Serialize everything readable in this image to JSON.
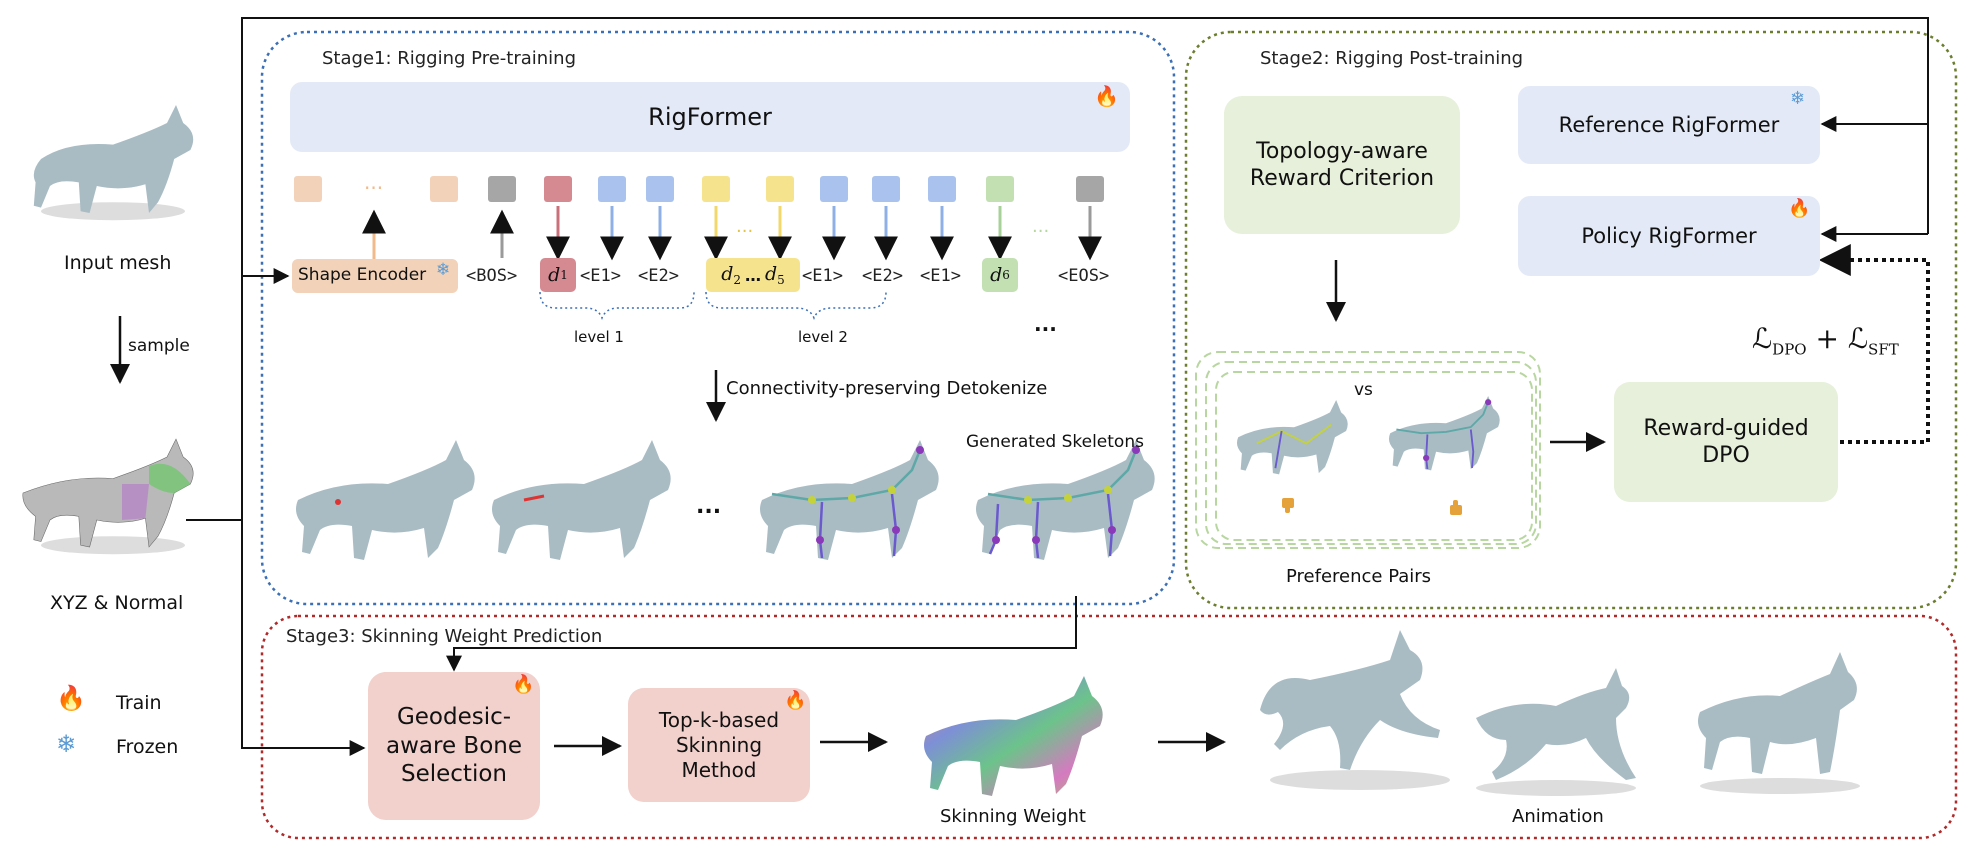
{
  "left": {
    "input_mesh": "Input mesh",
    "sample": "sample",
    "xyz_normal": "XYZ & Normal",
    "legend_train": "Train",
    "legend_frozen": "Frozen"
  },
  "stage1": {
    "title": "Stage1: Rigging Pre-training",
    "rigformer": "RigFormer",
    "shape_encoder": "Shape Encoder",
    "tokens": {
      "bos": "<BOS>",
      "e1": "<E1>",
      "e2": "<E2>",
      "eos": "<EOS>",
      "d1": "d",
      "d1_sub": "1",
      "d2": "d",
      "d2_sub": "2",
      "dots": "…",
      "d5": "d",
      "d5_sub": "5",
      "d6": "d",
      "d6_sub": "6"
    },
    "level1": "level 1",
    "level2": "level 2",
    "ellipsis": "...",
    "detokenize": "Connectivity-preserving Detokenize",
    "generated": "Generated Skeletons",
    "mesh_ellipsis": "..."
  },
  "stage2": {
    "title": "Stage2: Rigging Post-training",
    "reward_criterion": "Topology-aware Reward Criterion",
    "reference": "Reference RigFormer",
    "policy": "Policy RigFormer",
    "vs": "vs",
    "preference_pairs": "Preference Pairs",
    "dpo": "Reward-guided DPO",
    "loss_l1": "ℒ",
    "loss_sub1": "DPO",
    "loss_plus": "+",
    "loss_l2": "ℒ",
    "loss_sub2": "SFT"
  },
  "stage3": {
    "title": "Stage3: Skinning Weight Prediction",
    "geodesic": "Geodesic-aware Bone Selection",
    "topk": "Top-k-based Skinning Method",
    "skinning_weight": "Skinning Weight",
    "animation": "Animation"
  },
  "colors": {
    "stage1_border": "#3b6fb6",
    "stage2_border": "#6b7d2e",
    "stage3_border": "#b02a2a",
    "rigformer_fill": "#e3e9f6",
    "green_fill": "#e6f0da",
    "pink_fill": "#f2d0cc",
    "encoder_fill": "#f2d2b8",
    "mesh": "#a9bcc4"
  }
}
